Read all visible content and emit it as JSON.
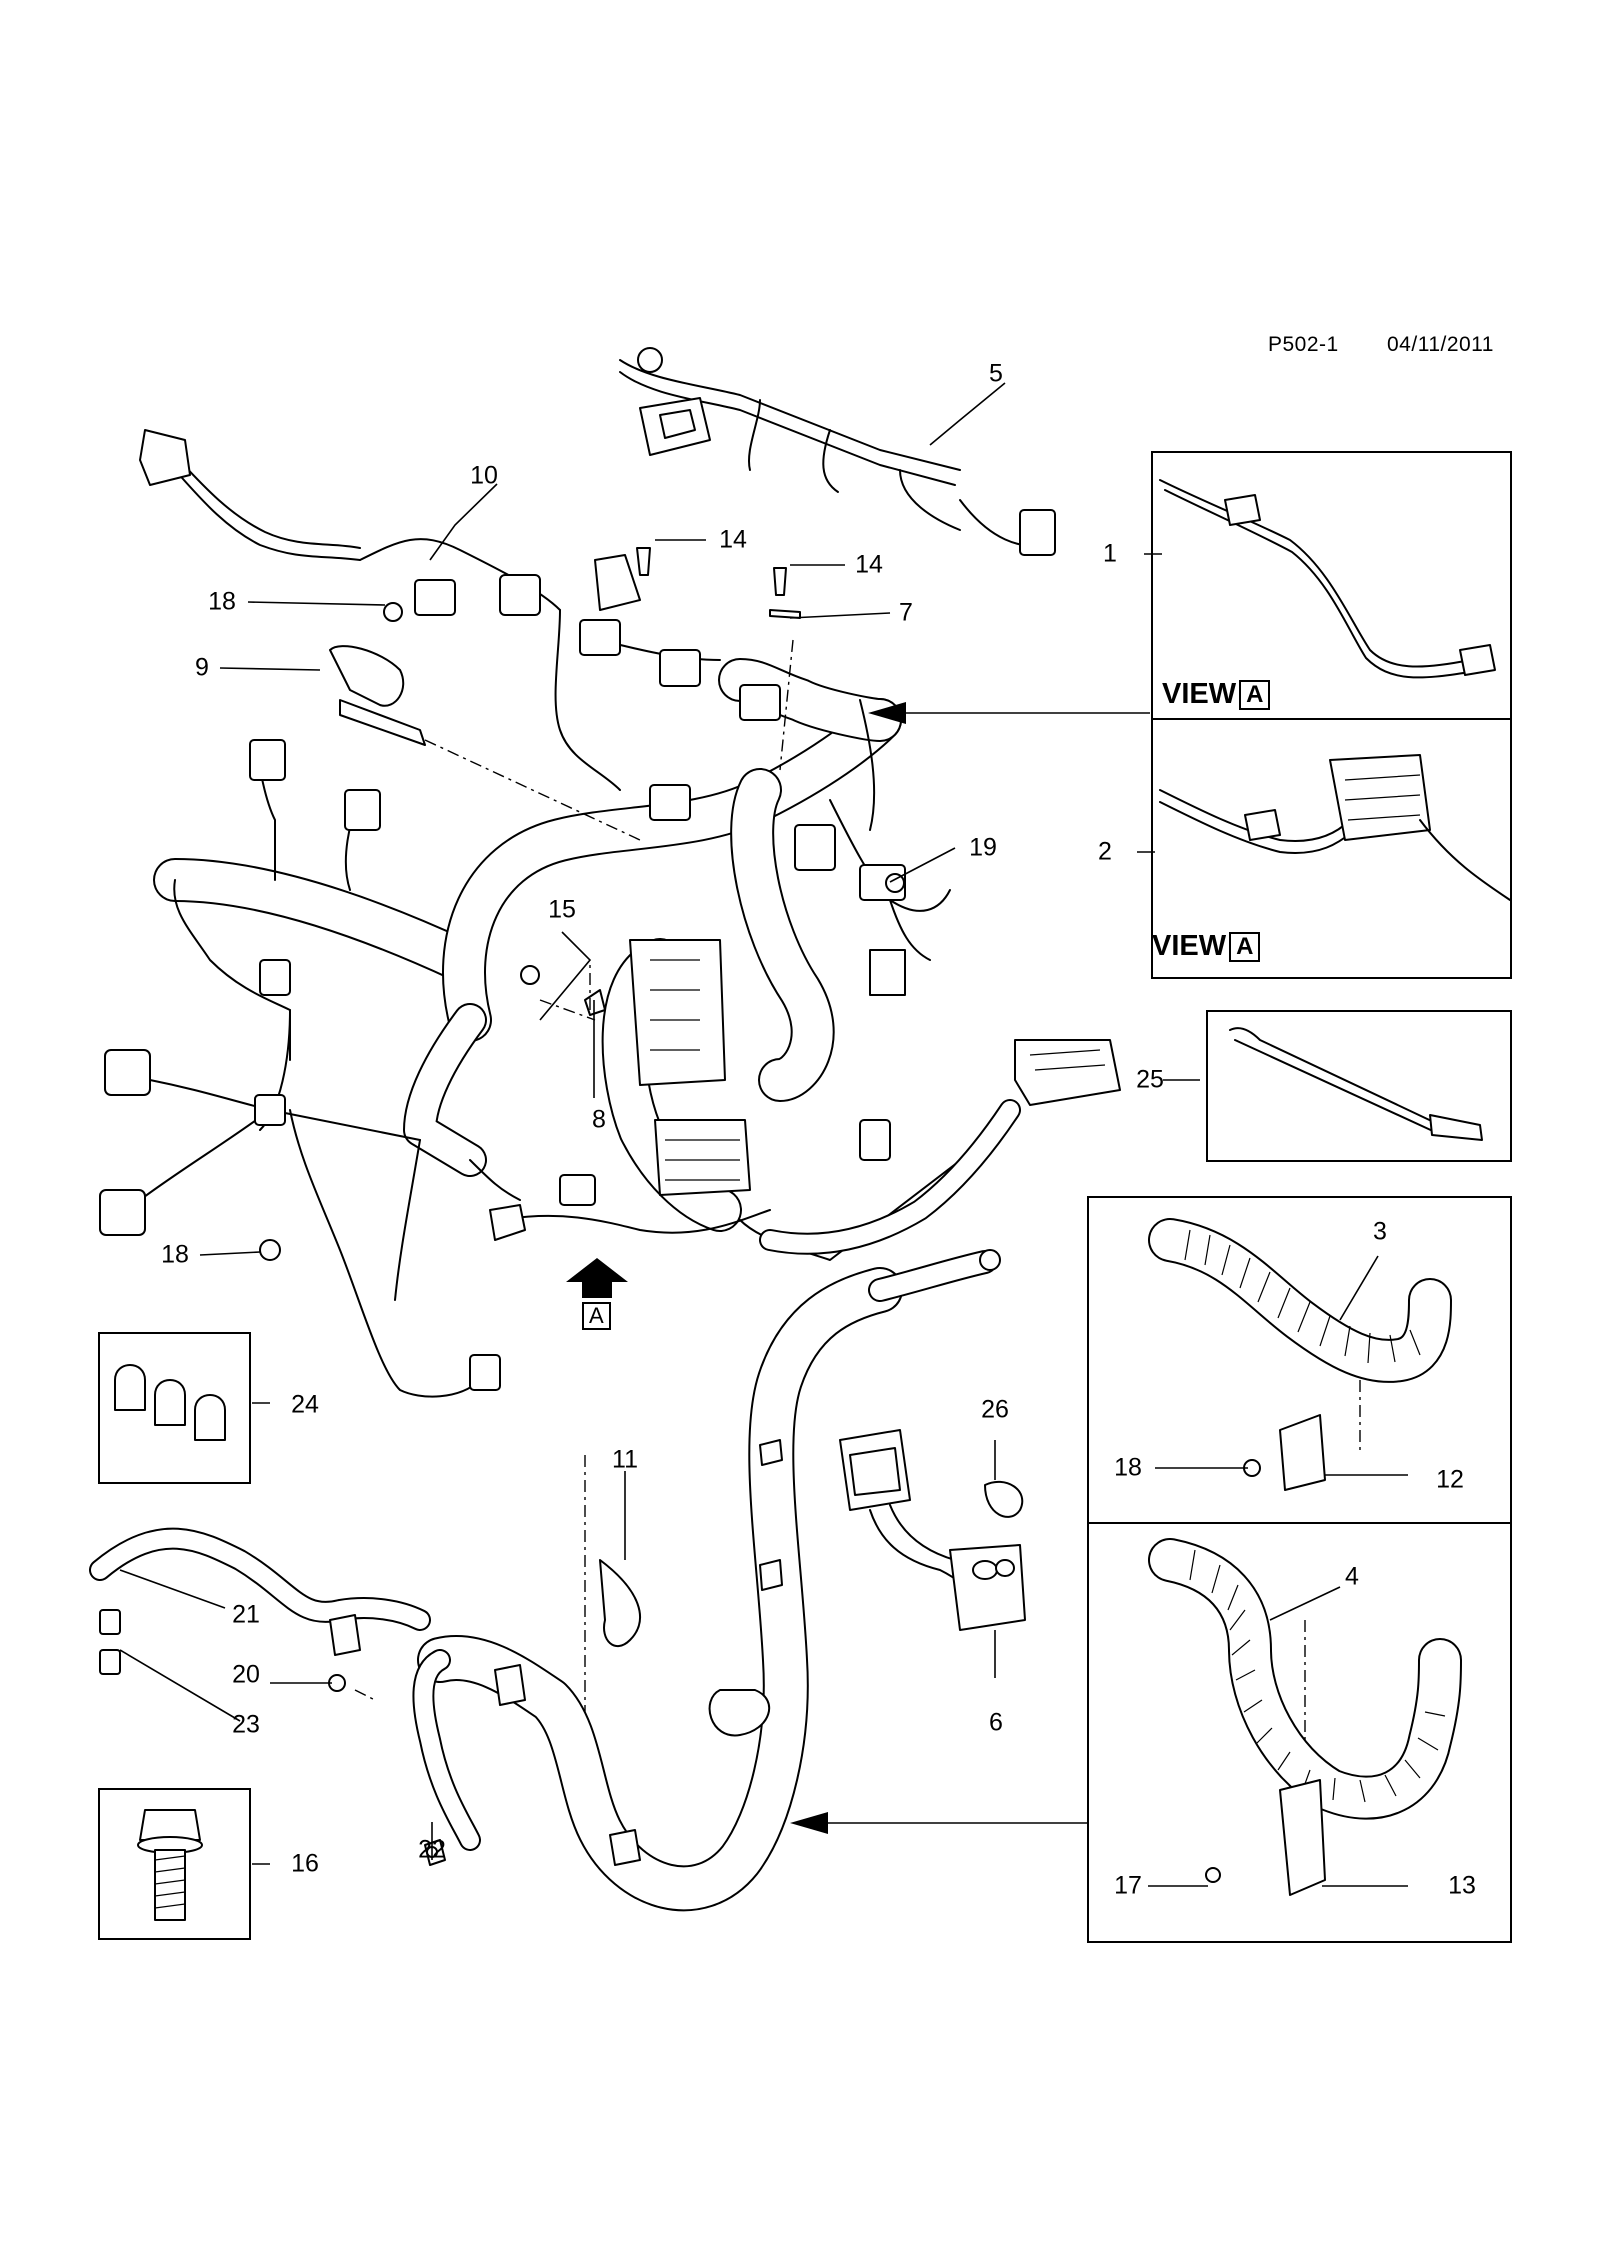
{
  "header": {
    "ref": "P502-1",
    "date": "04/11/2011"
  },
  "callouts": [
    {
      "id": "c1",
      "label": "1"
    },
    {
      "id": "c2",
      "label": "2"
    },
    {
      "id": "c3",
      "label": "3"
    },
    {
      "id": "c4",
      "label": "4"
    },
    {
      "id": "c5",
      "label": "5"
    },
    {
      "id": "c6",
      "label": "6"
    },
    {
      "id": "c7",
      "label": "7"
    },
    {
      "id": "c8",
      "label": "8"
    },
    {
      "id": "c9",
      "label": "9"
    },
    {
      "id": "c10",
      "label": "10"
    },
    {
      "id": "c11",
      "label": "11"
    },
    {
      "id": "c12",
      "label": "12"
    },
    {
      "id": "c13",
      "label": "13"
    },
    {
      "id": "c14a",
      "label": "14"
    },
    {
      "id": "c14b",
      "label": "14"
    },
    {
      "id": "c15",
      "label": "15"
    },
    {
      "id": "c16",
      "label": "16"
    },
    {
      "id": "c17",
      "label": "17"
    },
    {
      "id": "c18a",
      "label": "18"
    },
    {
      "id": "c18b",
      "label": "18"
    },
    {
      "id": "c18c",
      "label": "18"
    },
    {
      "id": "c19",
      "label": "19"
    },
    {
      "id": "c20",
      "label": "20"
    },
    {
      "id": "c21",
      "label": "21"
    },
    {
      "id": "c22",
      "label": "22"
    },
    {
      "id": "c23",
      "label": "23"
    },
    {
      "id": "c24",
      "label": "24"
    },
    {
      "id": "c25",
      "label": "25"
    },
    {
      "id": "c26",
      "label": "26"
    }
  ],
  "views": [
    {
      "text": "VIEW",
      "marker": "A"
    },
    {
      "text": "VIEW",
      "marker": "A"
    }
  ],
  "view_marker": "A"
}
